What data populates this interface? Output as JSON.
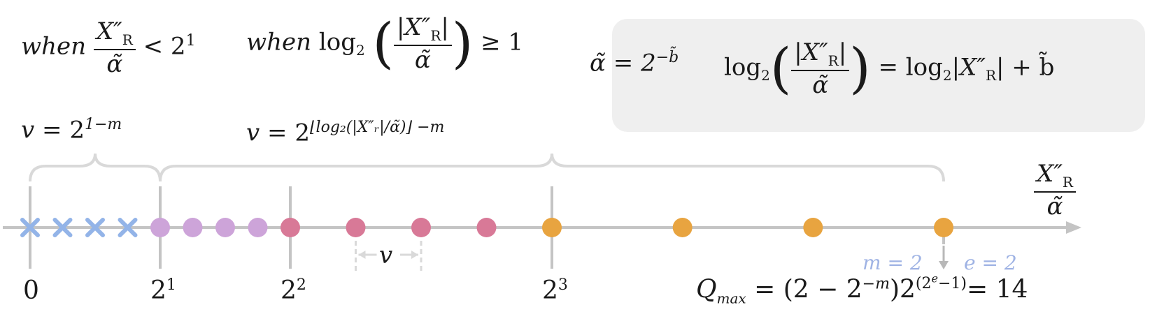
{
  "colors": {
    "axis": "#c4c4c4",
    "brace": "#d9d9d9",
    "cross": "#93b4e8",
    "purple": "#cda4d9",
    "pink": "#d87997",
    "orange": "#e8a440",
    "mtext": "#9fb3e4",
    "panel": "#efefef"
  },
  "cond_low": {
    "word": "when",
    "num": "X″",
    "num_sub": "R",
    "den": "α̃",
    "rel": "< 2",
    "rel_sup": "1"
  },
  "cond_high": {
    "word": "when",
    "log": "log",
    "log_sub": "2",
    "num": "|X″",
    "num_sub": "R",
    "num_end": "|",
    "den": "α̃",
    "rel": "≥ 1"
  },
  "v_low": {
    "v": "v",
    "eq": "= 2",
    "sup": "1−m"
  },
  "v_high": {
    "v": "v",
    "eq": "= 2",
    "sup": "⌊log₂(|X″ᵣ|/α̃)⌋ −m"
  },
  "panel": {
    "alpha": "α̃ = 2",
    "alpha_sup": "−b̃",
    "log": "log",
    "log_sub": "2",
    "num": "|X″",
    "num_sub": "R",
    "num_end": "|",
    "den": "α̃",
    "rhs": "= log",
    "rhs_sub": "2",
    "rhs_tail": "|X″",
    "rhs_tail_sub": "R",
    "rhs_end": "| + b̃"
  },
  "axis_label": {
    "num": "X″",
    "num_sub": "R",
    "den": "α̃"
  },
  "ticks": [
    "0",
    "2",
    "2",
    "2"
  ],
  "tick_sups": [
    "",
    "1",
    "2",
    "3"
  ],
  "v_marker": "v",
  "m_label": "m = 2",
  "e_label": "e = 2",
  "qmax": {
    "q": "Q",
    "q_sub": "max",
    "eq": "= (2 − 2",
    "eq_sup": "−m",
    "mid": ")2",
    "mid_sup": "(2",
    "mid_sup_sup": "e",
    "mid_sup_end": "−1)",
    "rhs": "= 14"
  },
  "points": {
    "crosses": [
      0,
      0.5,
      1,
      1.5
    ],
    "purple": [
      2,
      2.5,
      3,
      3.5
    ],
    "pink": [
      4,
      5,
      6,
      7
    ],
    "orange": [
      8,
      10,
      12,
      14
    ]
  }
}
